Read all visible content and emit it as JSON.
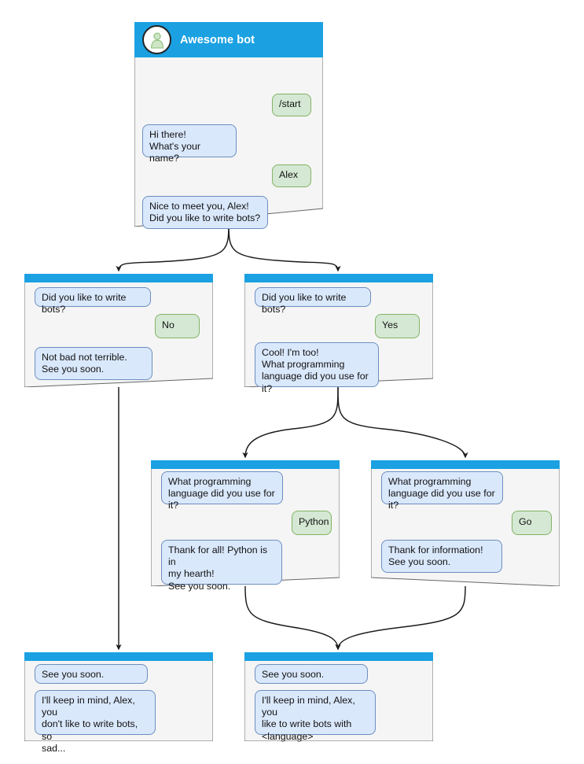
{
  "diagram": {
    "title": "Awesome bot conversation flow",
    "colors": {
      "titlebar": "#1ba1e2",
      "card_background": "#f5f5f5",
      "card_border": "#666666",
      "bot_bubble_fill": "#dae8fc",
      "bot_bubble_border": "#6c8ebf",
      "user_bubble_fill": "#d5e8d4",
      "user_bubble_border": "#82b366",
      "connector": "#1a1a1a",
      "avatar_person": "#b5d9a8",
      "text": "#121212"
    }
  },
  "cards": [
    {
      "id": "root",
      "name": "start-card",
      "header": {
        "type": "full",
        "title": "Awesome bot",
        "avatar_icon": "user-avatar-icon"
      },
      "messages": [
        {
          "role": "user",
          "text": "/start"
        },
        {
          "role": "bot",
          "text": "Hi there!\nWhat's your name?"
        },
        {
          "role": "user",
          "text": "Alex"
        },
        {
          "role": "bot",
          "text": "Nice to meet you, Alex!\nDid you like to write bots?"
        }
      ]
    },
    {
      "id": "no-branch",
      "name": "answer-no-card",
      "header": {
        "type": "thin",
        "title": "",
        "avatar_icon": ""
      },
      "messages": [
        {
          "role": "bot",
          "text": "Did you like to write bots?"
        },
        {
          "role": "user",
          "text": "No"
        },
        {
          "role": "bot",
          "text": "Not bad not terrible.\nSee you soon."
        }
      ]
    },
    {
      "id": "yes-branch",
      "name": "answer-yes-card",
      "header": {
        "type": "thin",
        "title": "",
        "avatar_icon": ""
      },
      "messages": [
        {
          "role": "bot",
          "text": "Did you like to write bots?"
        },
        {
          "role": "user",
          "text": "Yes"
        },
        {
          "role": "bot",
          "text": "Cool! I'm too!\nWhat programming\nlanguage did you use for it?"
        }
      ]
    },
    {
      "id": "python-branch",
      "name": "answer-python-card",
      "header": {
        "type": "thin",
        "title": "",
        "avatar_icon": ""
      },
      "messages": [
        {
          "role": "bot",
          "text": "What programming\nlanguage did you use for it?"
        },
        {
          "role": "user",
          "text": "Python"
        },
        {
          "role": "bot",
          "text": "Thank for all! Python is in\nmy hearth!\nSee you soon."
        }
      ]
    },
    {
      "id": "go-branch",
      "name": "answer-go-card",
      "header": {
        "type": "thin",
        "title": "",
        "avatar_icon": ""
      },
      "messages": [
        {
          "role": "bot",
          "text": "What programming\nlanguage did you use for it?"
        },
        {
          "role": "user",
          "text": "Go"
        },
        {
          "role": "bot",
          "text": "Thank for information!\nSee you soon."
        }
      ]
    },
    {
      "id": "end-no",
      "name": "farewell-no-card",
      "header": {
        "type": "thin",
        "title": "",
        "avatar_icon": ""
      },
      "messages": [
        {
          "role": "bot",
          "text": "See you soon."
        },
        {
          "role": "bot",
          "text": "I'll keep in mind, Alex, you\ndon't like to write bots, so\nsad..."
        }
      ]
    },
    {
      "id": "end-yes",
      "name": "farewell-yes-card",
      "header": {
        "type": "thin",
        "title": "",
        "avatar_icon": ""
      },
      "messages": [
        {
          "role": "bot",
          "text": "See you soon."
        },
        {
          "role": "bot",
          "text": "I'll keep in mind, Alex, you\nlike to write bots with\n<language>"
        }
      ]
    }
  ]
}
